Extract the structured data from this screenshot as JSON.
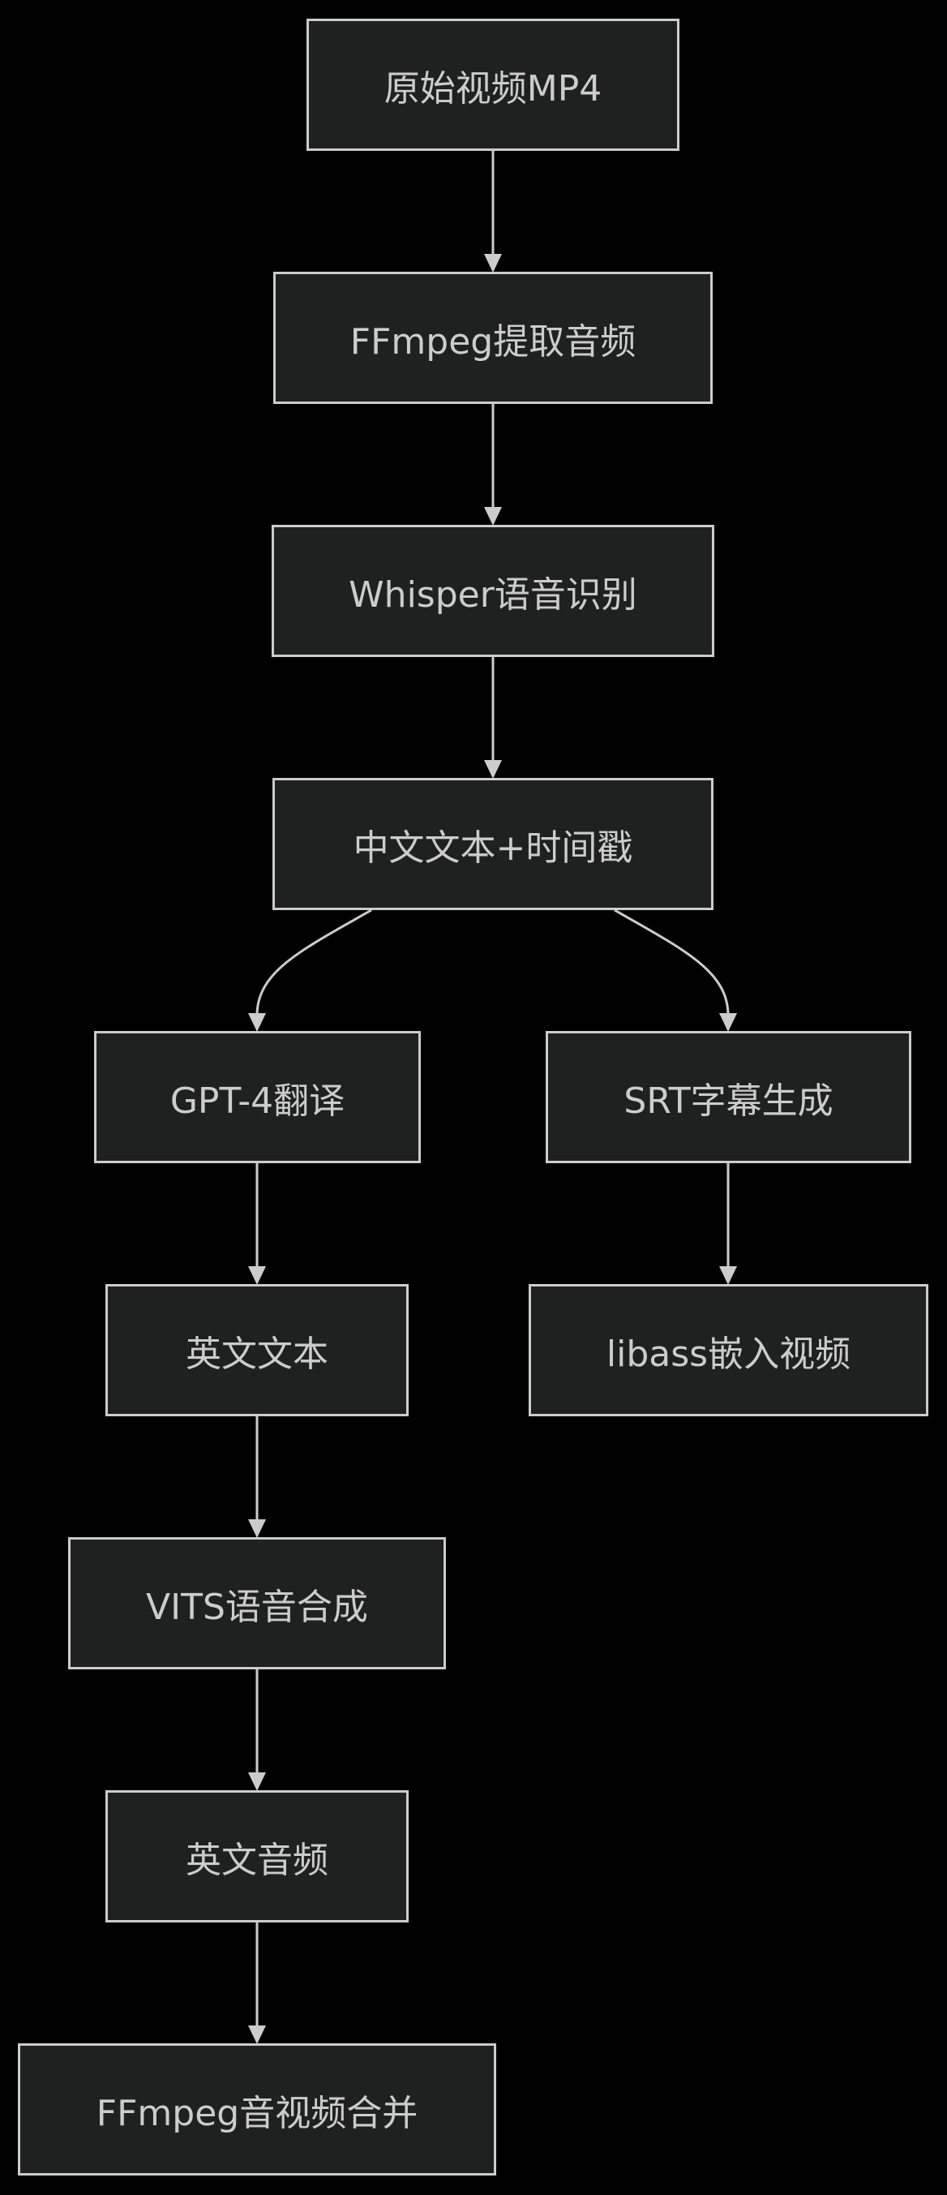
{
  "nodes": {
    "original_video": "原始视频MP4",
    "extract_audio": "FFmpeg提取音频",
    "speech_recognition": "Whisper语音识别",
    "chinese_text": "中文文本+时间戳",
    "translation": "GPT-4翻译",
    "srt_generation": "SRT字幕生成",
    "english_text": "英文文本",
    "embed_video": "libass嵌入视频",
    "speech_synthesis": "VITS语音合成",
    "english_audio": "英文音频",
    "merge": "FFmpeg音视频合并"
  },
  "edges": [
    [
      "original_video",
      "extract_audio"
    ],
    [
      "extract_audio",
      "speech_recognition"
    ],
    [
      "speech_recognition",
      "chinese_text"
    ],
    [
      "chinese_text",
      "translation"
    ],
    [
      "chinese_text",
      "srt_generation"
    ],
    [
      "translation",
      "english_text"
    ],
    [
      "srt_generation",
      "embed_video"
    ],
    [
      "english_text",
      "speech_synthesis"
    ],
    [
      "speech_synthesis",
      "english_audio"
    ],
    [
      "english_audio",
      "merge"
    ]
  ],
  "colors": {
    "background": "#000000",
    "node_fill": "#1f2020",
    "stroke": "#cccccc",
    "text": "#cccccc"
  }
}
